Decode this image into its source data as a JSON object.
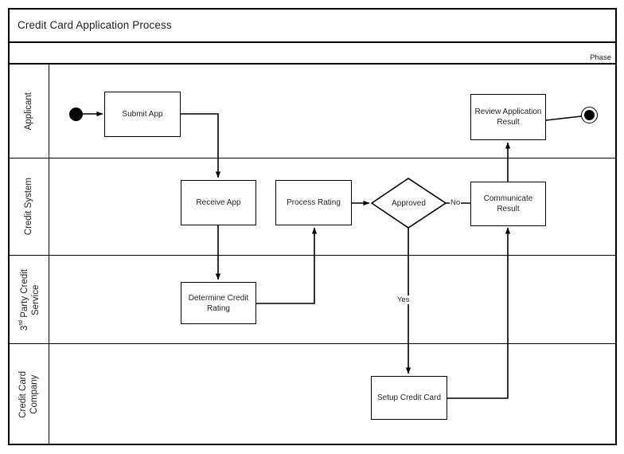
{
  "diagram": {
    "title": "Credit Card Application Process",
    "phase_label": "Phase",
    "lanes": [
      {
        "id": "applicant",
        "label": "Applicant"
      },
      {
        "id": "credit-system",
        "label": "Credit System"
      },
      {
        "id": "third-party-credit-service",
        "label": "3rd Party Credit\nService",
        "label_prefix": "3",
        "label_sup": "rd",
        "label_rest": " Party Credit\nService"
      },
      {
        "id": "credit-card-company",
        "label": "Credit Card\nCompany"
      }
    ],
    "nodes": [
      {
        "id": "start",
        "type": "start-event",
        "label": "",
        "lane": "applicant"
      },
      {
        "id": "submit-app",
        "type": "task",
        "label": "Submit App",
        "lane": "applicant"
      },
      {
        "id": "receive-app",
        "type": "task",
        "label": "Receive App",
        "lane": "credit-system"
      },
      {
        "id": "determine-credit-rating",
        "type": "task",
        "label": "Determine Credit\nRating",
        "lane": "third-party-credit-service"
      },
      {
        "id": "process-rating",
        "type": "task",
        "label": "Process Rating",
        "lane": "credit-system"
      },
      {
        "id": "approved",
        "type": "decision",
        "label": "Approved",
        "lane": "credit-system"
      },
      {
        "id": "communicate-result",
        "type": "task",
        "label": "Communicate\nResult",
        "lane": "credit-system"
      },
      {
        "id": "setup-credit-card",
        "type": "task",
        "label": "Setup Credit Card",
        "lane": "credit-card-company"
      },
      {
        "id": "review-application-result",
        "type": "task",
        "label": "Review Application\nResult",
        "lane": "applicant"
      },
      {
        "id": "end",
        "type": "end-event",
        "label": "",
        "lane": "applicant"
      }
    ],
    "edges": [
      {
        "from": "start",
        "to": "submit-app",
        "label": ""
      },
      {
        "from": "submit-app",
        "to": "receive-app",
        "label": ""
      },
      {
        "from": "receive-app",
        "to": "determine-credit-rating",
        "label": ""
      },
      {
        "from": "determine-credit-rating",
        "to": "process-rating",
        "label": ""
      },
      {
        "from": "process-rating",
        "to": "approved",
        "label": ""
      },
      {
        "from": "approved",
        "to": "communicate-result",
        "label": "No"
      },
      {
        "from": "approved",
        "to": "setup-credit-card",
        "label": "Yes"
      },
      {
        "from": "setup-credit-card",
        "to": "communicate-result",
        "label": ""
      },
      {
        "from": "communicate-result",
        "to": "review-application-result",
        "label": ""
      },
      {
        "from": "review-application-result",
        "to": "end",
        "label": ""
      }
    ],
    "edge_labels": {
      "no": "No",
      "yes": "Yes"
    },
    "colors": {
      "stroke": "#000000",
      "text": "#231f20",
      "background": "#ffffff"
    }
  }
}
